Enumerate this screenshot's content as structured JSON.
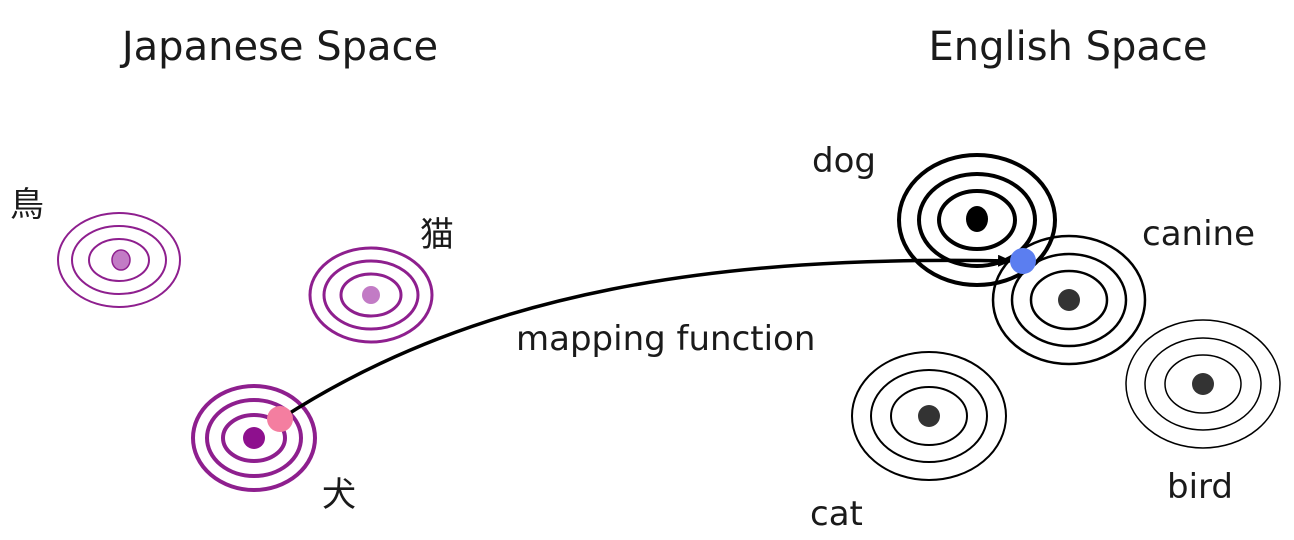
{
  "titles": {
    "left": "Japanese Space",
    "right": "English Space"
  },
  "japanese_words": {
    "bird": "鳥",
    "cat": "猫",
    "dog": "犬"
  },
  "english_words": {
    "dog": "dog",
    "canine": "canine",
    "cat": "cat",
    "bird": "bird"
  },
  "mapping": {
    "label": "mapping function"
  },
  "colors": {
    "japanese_ring": "#8e1f8e",
    "japanese_dot_light": "#c27bc5",
    "japanese_dot_dark": "#8e108e",
    "source_point": "#f47ea0",
    "target_point": "#5b7ef0",
    "english_ring": "#000000",
    "english_dot": "#333333"
  }
}
